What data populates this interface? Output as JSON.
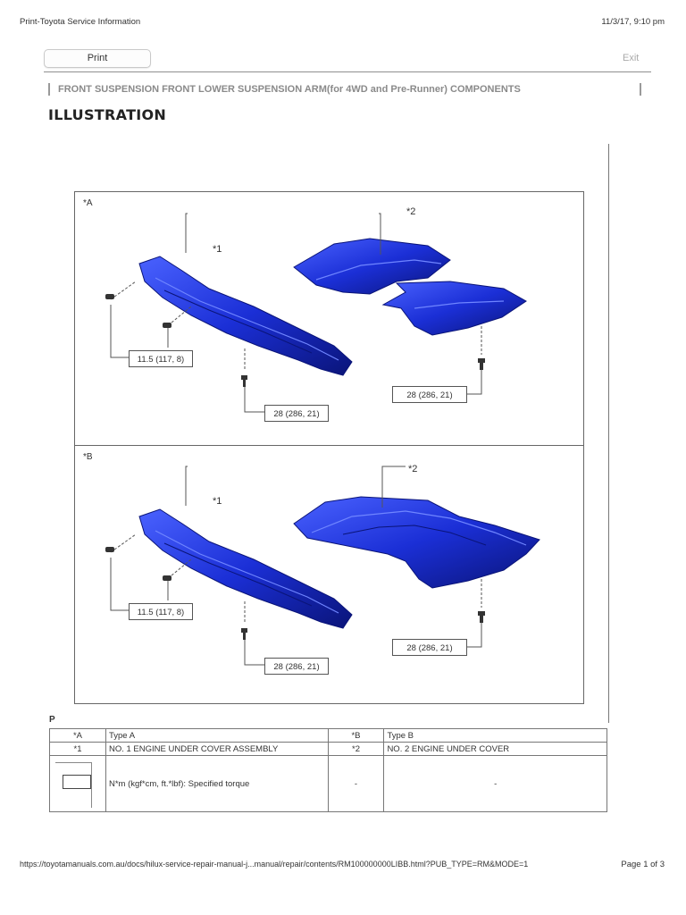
{
  "header": {
    "title": "Print-Toyota Service Information",
    "datetime": "11/3/17, 9:10 pm"
  },
  "toolbar": {
    "print_label": "Print",
    "exit_label": "Exit"
  },
  "breadcrumb": "FRONT SUSPENSION  FRONT LOWER SUSPENSION ARM(for 4WD and Pre-Runner)  COMPONENTS",
  "page_title": "ILLUSTRATION",
  "illustration": {
    "colors": {
      "part_blue": "#1b2fd6",
      "part_dark": "#0a1478",
      "part_light": "#4a62ff",
      "line": "#555555"
    },
    "panel_a": {
      "label": "*A",
      "callout_1": "*1",
      "callout_2": "*2",
      "torque_left": "11.5 (117, 8)",
      "torque_mid": "28 (286, 21)",
      "torque_right": "28 (286, 21)"
    },
    "panel_b": {
      "label": "*B",
      "callout_1": "*1",
      "callout_2": "*2",
      "torque_left": "11.5 (117, 8)",
      "torque_mid": "28 (286, 21)",
      "torque_right": "28 (286, 21)"
    }
  },
  "legend": {
    "section_label": "P",
    "rows": [
      {
        "k1": "*A",
        "v1": "Type A",
        "k2": "*B",
        "v2": "Type B"
      },
      {
        "k1": "*1",
        "v1": "NO. 1 ENGINE UNDER COVER ASSEMBLY",
        "k2": "*2",
        "v2": "NO. 2 ENGINE UNDER COVER"
      }
    ],
    "torque_row": {
      "icon": "torque-box-icon",
      "text": "N*m (kgf*cm, ft.*lbf): Specified torque",
      "k2": "-",
      "v2": "-"
    }
  },
  "footer": {
    "url": "https://toyotamanuals.com.au/docs/hilux-service-repair-manual-j...manual/repair/contents/RM100000000LIBB.html?PUB_TYPE=RM&MODE=1",
    "page": "Page 1 of 3"
  }
}
